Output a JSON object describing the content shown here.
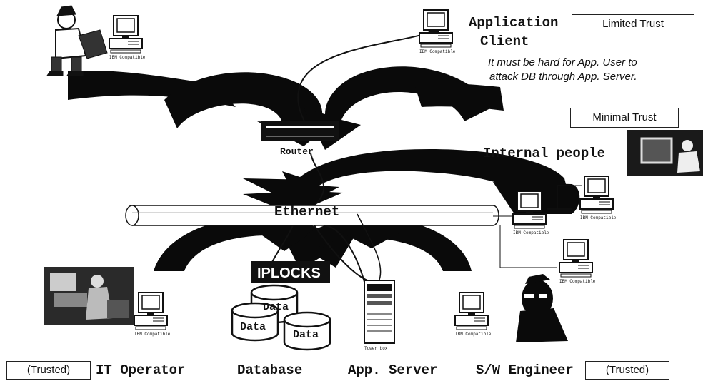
{
  "labels": {
    "application_client_line1": "Application",
    "application_client_line2": "Client",
    "router": "Router",
    "internal_people": "Internal people",
    "ethernet": "Ethernet",
    "it_operator": "IT Operator",
    "database": "Database",
    "app_server": "App. Server",
    "sw_engineer": "S/W Engineer",
    "iplocks": "IPLOCKS",
    "data1": "Data",
    "data2": "Data",
    "data3": "Data",
    "tower_box": "Tower box"
  },
  "trust_boxes": {
    "limited": "Limited Trust",
    "minimal": "Minimal Trust",
    "trusted_left": "(Trusted)",
    "trusted_right": "(Trusted)"
  },
  "note": {
    "line1": "It must be hard for App. User to",
    "line2": "attack DB through App. Server."
  },
  "computer_caption": "IBM Compatible",
  "icons": [
    "computer-icon",
    "router-icon",
    "tower-server-icon",
    "database-icon",
    "person-icon"
  ]
}
